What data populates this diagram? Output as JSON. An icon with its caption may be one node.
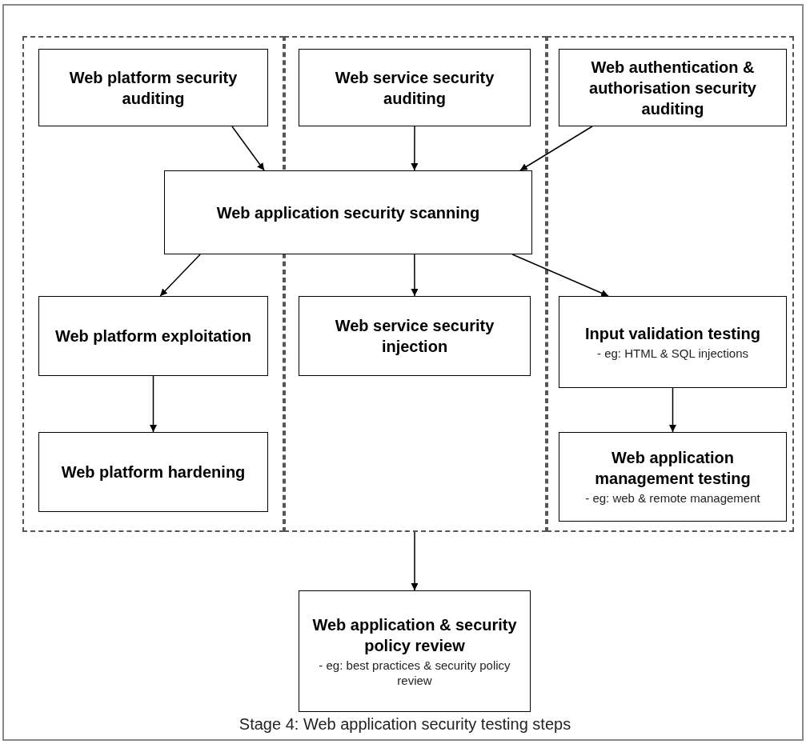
{
  "diagram": {
    "caption": "Stage 4: Web application security testing steps",
    "nodes": [
      {
        "text": [],
        "shape": "box"
      },
      {
        "text": [
          "Web platform security auditing"
        ],
        "in": 0
      },
      {
        "text": [],
        "shape": "box"
      },
      {
        "text": [
          "Web service security auditing"
        ],
        "in": 2
      },
      {
        "text": [],
        "shape": "box"
      },
      {
        "text": [
          "Web authentication & authorisation security auditing"
        ],
        "in": 4
      },
      {
        "text": [
          "Web application security scanning"
        ]
      },
      {
        "text": [
          "Web platform exploitation"
        ],
        "in": 0
      },
      {
        "text": [
          "Web service security injection"
        ],
        "in": 2
      },
      {
        "text": [
          "Input validation testing",
          "- eg: HTML & SQL injections"
        ],
        "in": 4
      },
      {
        "text": [
          "Web platform hardening"
        ],
        "in": 0
      },
      {
        "text": [
          "Web application management testing",
          "- eg: web & remote management"
        ],
        "in": 4
      },
      {
        "text": [
          "Web application & security policy review",
          "- eg: best practices & security policy review"
        ]
      }
    ],
    "edges": [
      {
        "from": 1,
        "to": 6,
        "arrow": "to"
      },
      {
        "from": 3,
        "to": 6,
        "arrow": "to"
      },
      {
        "from": 5,
        "to": 6,
        "arrow": "to"
      },
      {
        "from": 6,
        "to": 7,
        "arrow": "to"
      },
      {
        "from": 6,
        "to": 8,
        "arrow": "to"
      },
      {
        "from": 6,
        "to": 9,
        "arrow": "to"
      },
      {
        "from": 7,
        "to": 10,
        "arrow": "to"
      },
      {
        "from": 9,
        "to": 11,
        "arrow": "to"
      },
      {
        "from": 2,
        "to": 12,
        "arrow": "to"
      }
    ]
  }
}
